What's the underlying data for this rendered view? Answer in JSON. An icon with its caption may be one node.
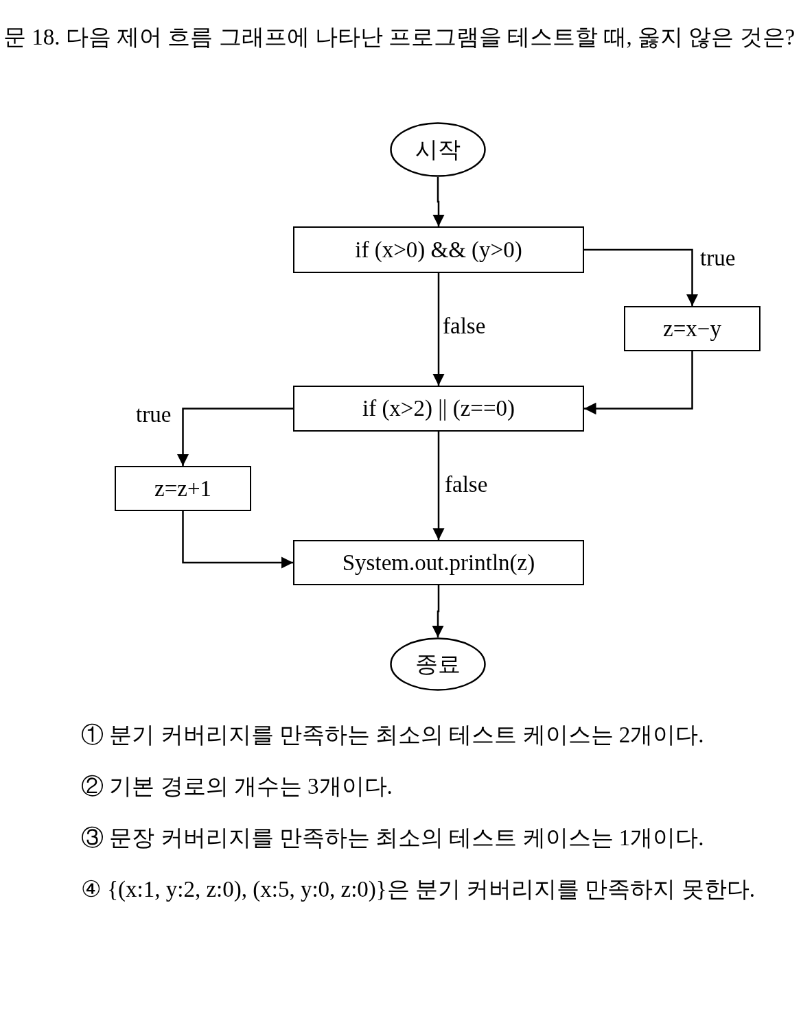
{
  "diagram": {
    "title": "문 18. 다음 제어 흐름 그래프에 나타난 프로그램을 테스트할 때, 옳지 않은 것은?",
    "nodes": [
      {
        "text": [
          "시작"
        ]
      },
      {
        "text": [
          "if (x>0) && (y>0)"
        ]
      },
      {
        "text": [
          "z=x−y"
        ]
      },
      {
        "text": [
          "if (x>2) || (z==0)"
        ]
      },
      {
        "text": [
          "z=z+1"
        ]
      },
      {
        "text": [
          "System.out.println(z)"
        ]
      },
      {
        "text": [
          "종료"
        ]
      }
    ],
    "edges": [
      {
        "from": 0,
        "to": 1,
        "arrow": "to"
      },
      {
        "from": 1,
        "to": 2,
        "arrow": "to",
        "label": "true"
      },
      {
        "from": 1,
        "to": 3,
        "arrow": "to",
        "label": "false"
      },
      {
        "from": 2,
        "to": 3,
        "arrow": "to"
      },
      {
        "from": 3,
        "to": 4,
        "arrow": "to",
        "label": "true"
      },
      {
        "from": 3,
        "to": 5,
        "arrow": "to",
        "label": "false"
      },
      {
        "from": 4,
        "to": 5,
        "arrow": "to"
      },
      {
        "from": 5,
        "to": 6,
        "arrow": "to"
      }
    ],
    "labels": [
      "① 분기 커버리지를 만족하는 최소의 테스트 케이스는 2개이다.",
      "② 기본 경로의 개수는 3개이다.",
      "③ 문장 커버리지를 만족하는 최소의 테스트 케이스는 1개이다.",
      "④ {(x:1, y:2, z:0), (x:5, y:0, z:0)}은 분기 커버리지를 만족하지 못한다."
    ]
  }
}
